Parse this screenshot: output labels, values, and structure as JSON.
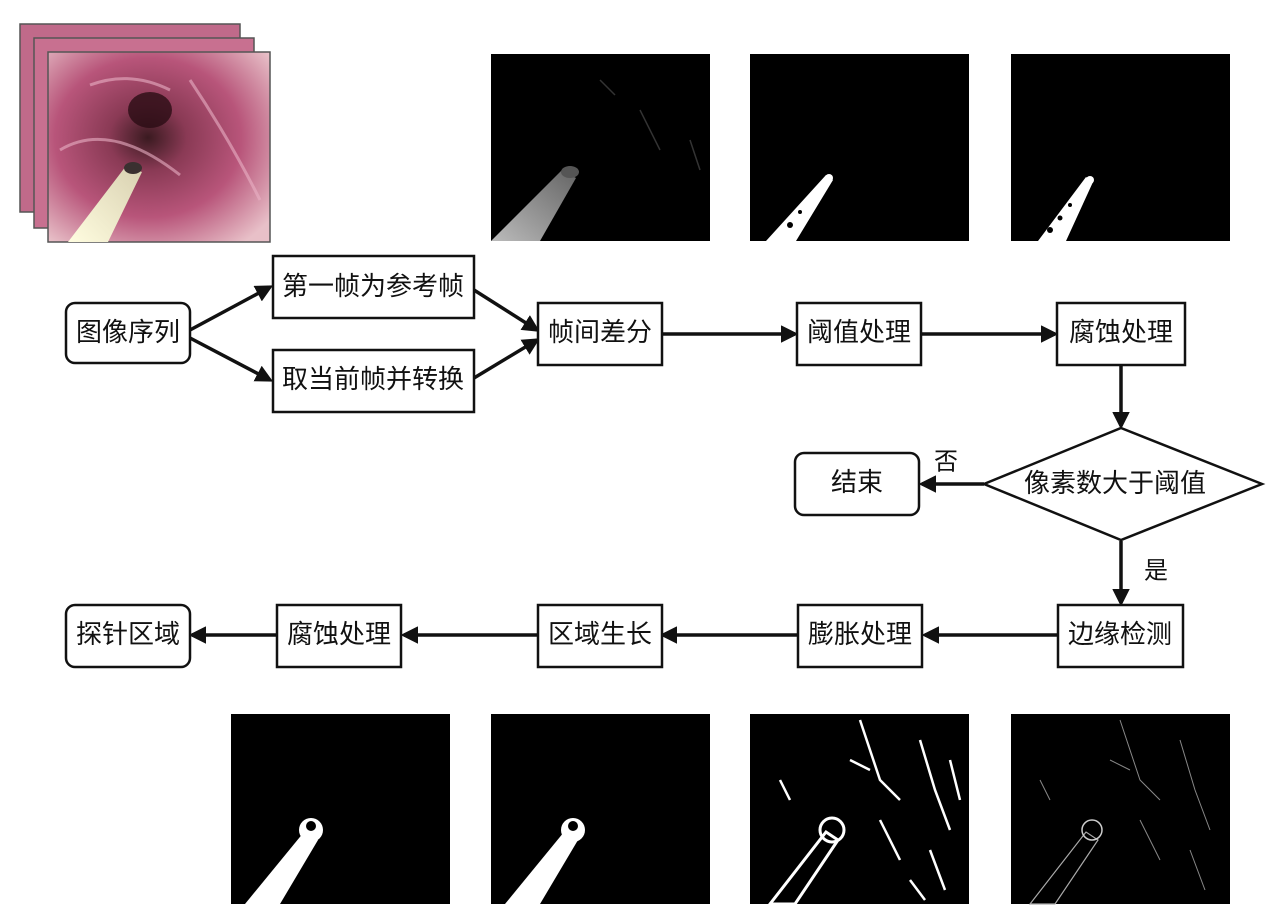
{
  "nodes": {
    "image_sequence": "图像序列",
    "first_frame_ref": "第一帧为参考帧",
    "current_frame": "取当前帧并转换",
    "frame_diff": "帧间差分",
    "threshold": "阈值处理",
    "erosion_1": "腐蚀处理",
    "decision": "像素数大于阈值",
    "end": "结束",
    "edge_detect": "边缘检测",
    "dilation": "膨胀处理",
    "region_grow": "区域生长",
    "erosion_2": "腐蚀处理",
    "probe_region": "探针区域"
  },
  "edge_labels": {
    "no": "否",
    "yes": "是"
  },
  "thumbnails": {
    "endoscope_photo": "endoscope-frame-stack",
    "top_row": [
      "frame-difference-result",
      "threshold-result",
      "erosion-result"
    ],
    "bottom_row": [
      "final-erosion-result",
      "region-growing-result",
      "dilation-result",
      "edge-detection-result"
    ]
  }
}
